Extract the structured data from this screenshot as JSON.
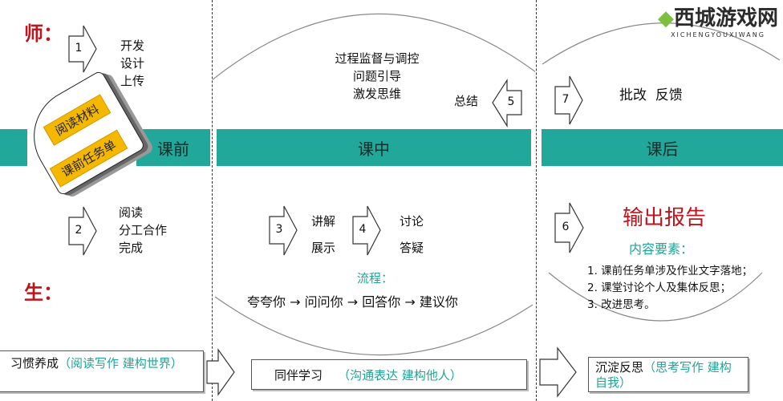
{
  "roles": {
    "teacher": "师：",
    "student": "生："
  },
  "phases": {
    "before": "课前",
    "during": "课中",
    "after": "课后"
  },
  "steps": {
    "s1": {
      "num": "1",
      "lines": [
        "开发",
        "设计",
        "上传"
      ]
    },
    "s2": {
      "num": "2",
      "lines": [
        "阅读",
        "分工合作",
        "完成"
      ]
    },
    "s3": {
      "num": "3",
      "lines": [
        "讲解",
        "展示"
      ]
    },
    "s4": {
      "num": "4",
      "lines": [
        "讨论",
        "答疑"
      ]
    },
    "s5": {
      "num": "5",
      "label": "总结"
    },
    "s6": {
      "num": "6"
    },
    "s7": {
      "num": "7",
      "label": "批改  反馈"
    }
  },
  "materials": {
    "tag1": "阅读材料",
    "tag2": "课前任务单"
  },
  "during_teacher": [
    "过程监督与调控",
    "问题引导",
    "激发思维"
  ],
  "flow": {
    "title": "流程：",
    "items": [
      "夸夸你",
      "问问你",
      "回答你",
      "建议你"
    ],
    "arrow": "→"
  },
  "report": {
    "title": "输出报告",
    "subtitle": "内容要素：",
    "items": [
      "1. 课前任务单涉及作业文字落地；",
      "2. 课堂讨论个人及集体反思；",
      "3. 改进思考。"
    ]
  },
  "outcomes": [
    {
      "main": "习惯养成",
      "detail": "（阅读写作  建构世界）"
    },
    {
      "main": "同伴学习",
      "detail": "（沟通表达  建构他人）"
    },
    {
      "main": "沉淀反思",
      "detail": "（思考写作  建构自我）"
    }
  ],
  "watermark": {
    "name": "西城游戏网",
    "pinyin": "XICHENGYOUXIWANG"
  },
  "colors": {
    "teal": "#22a89a",
    "red": "#c0141c",
    "yellow": "#f5b800",
    "accent_text": "#1fa595"
  }
}
